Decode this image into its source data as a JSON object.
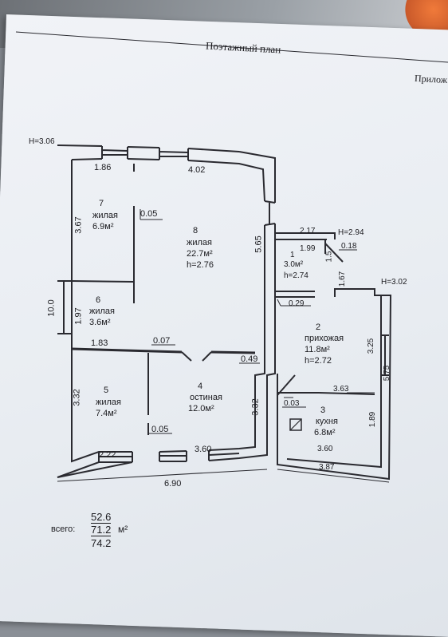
{
  "header": {
    "title": "Поэтажный план",
    "appendix": "Прилож"
  },
  "heights": {
    "main": "H=3.06",
    "annex_small": "H=2.94",
    "annex_right": "H=3.02"
  },
  "rooms": [
    {
      "num": "1",
      "area": "3.0м²",
      "height": "h=2.74"
    },
    {
      "num": "2",
      "type": "прихожая",
      "area": "11.8м²",
      "height": "h=2.72"
    },
    {
      "num": "3",
      "type": "кухня",
      "area": "6.8м²"
    },
    {
      "num": "4",
      "type": "остиная",
      "area": "12.0м²"
    },
    {
      "num": "5",
      "type": "жилая",
      "area": "7.4м²"
    },
    {
      "num": "6",
      "type": "жилая",
      "area": "3.6м²"
    },
    {
      "num": "7",
      "type": "жилая",
      "area": "6.9м²"
    },
    {
      "num": "8",
      "type": "жилая",
      "area": "22.7м²",
      "height": "h=2.76"
    }
  ],
  "dims": {
    "d186": "1.86",
    "d402": "4.02",
    "d367": "3.67",
    "d005a": "0.05",
    "d565": "5.65",
    "d217": "2.17",
    "d199": "1.99",
    "d15": "1.5",
    "d018": "0.18",
    "d167": "1.67",
    "d029": "0.29",
    "d100": "10.0",
    "d197": "1.97",
    "d183": "1.83",
    "d007": "0.07",
    "d049": "0.49",
    "d325": "3.25",
    "d575": "5.75",
    "d332a": "3.32",
    "d332b": "3.32",
    "d003": "0.03",
    "d363": "3.63",
    "d189": "1.89",
    "d005b": "0.05",
    "d222": "2.22",
    "d360a": "3.60",
    "d360b": "3.60",
    "d387": "3.87",
    "d690": "6.90"
  },
  "totals": {
    "label": "всего:",
    "v1": "52.6",
    "v2": "71.2",
    "unit": "м²",
    "v3": "74.2"
  }
}
